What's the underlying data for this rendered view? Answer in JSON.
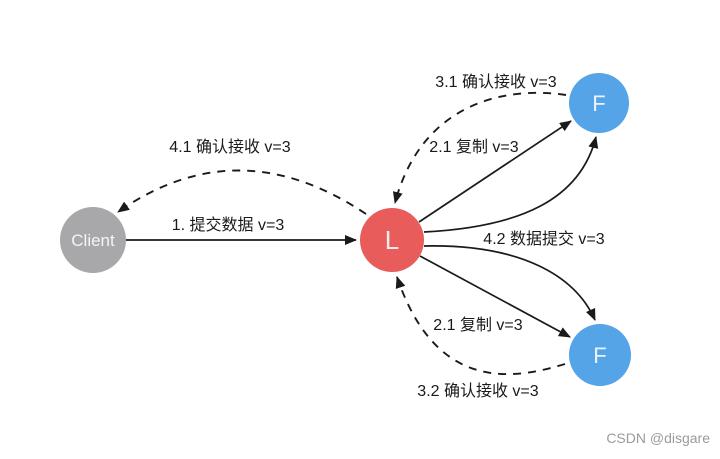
{
  "diagram": {
    "nodes": {
      "client": {
        "label": "Client",
        "role": "client"
      },
      "leader": {
        "label": "L",
        "role": "leader"
      },
      "follower_top": {
        "label": "F",
        "role": "follower"
      },
      "follower_bottom": {
        "label": "F",
        "role": "follower"
      }
    },
    "edges": {
      "submit": {
        "label": "1. 提交数据 v=3",
        "from": "client",
        "to": "leader",
        "line": "solid"
      },
      "ack_client": {
        "label": "4.1 确认接收 v=3",
        "from": "leader",
        "to": "client",
        "line": "dashed"
      },
      "replicate_top": {
        "label": "2.1 复制 v=3",
        "from": "leader",
        "to": "follower_top",
        "line": "solid"
      },
      "ack_top": {
        "label": "3.1 确认接收 v=3",
        "from": "follower_top",
        "to": "leader",
        "line": "dashed"
      },
      "commit": {
        "label": "4.2 数据提交 v=3",
        "from": "leader",
        "to": "follower_top_and_bottom",
        "line": "solid"
      },
      "replicate_bottom": {
        "label": "2.1 复制 v=3",
        "from": "leader",
        "to": "follower_bottom",
        "line": "solid"
      },
      "ack_bottom": {
        "label": "3.2 确认接收 v=3",
        "from": "follower_bottom",
        "to": "leader",
        "line": "dashed"
      }
    },
    "watermark": {
      "text": "CSDN @disgare"
    }
  },
  "colors": {
    "node_client": "#a8a8aa",
    "node_leader": "#e85c5c",
    "node_follower": "#55a4e8",
    "node_label": "#ffffff",
    "edge": "#1a1a1a",
    "label": "#1a1a1a",
    "watermark": "#9b9b9b"
  }
}
